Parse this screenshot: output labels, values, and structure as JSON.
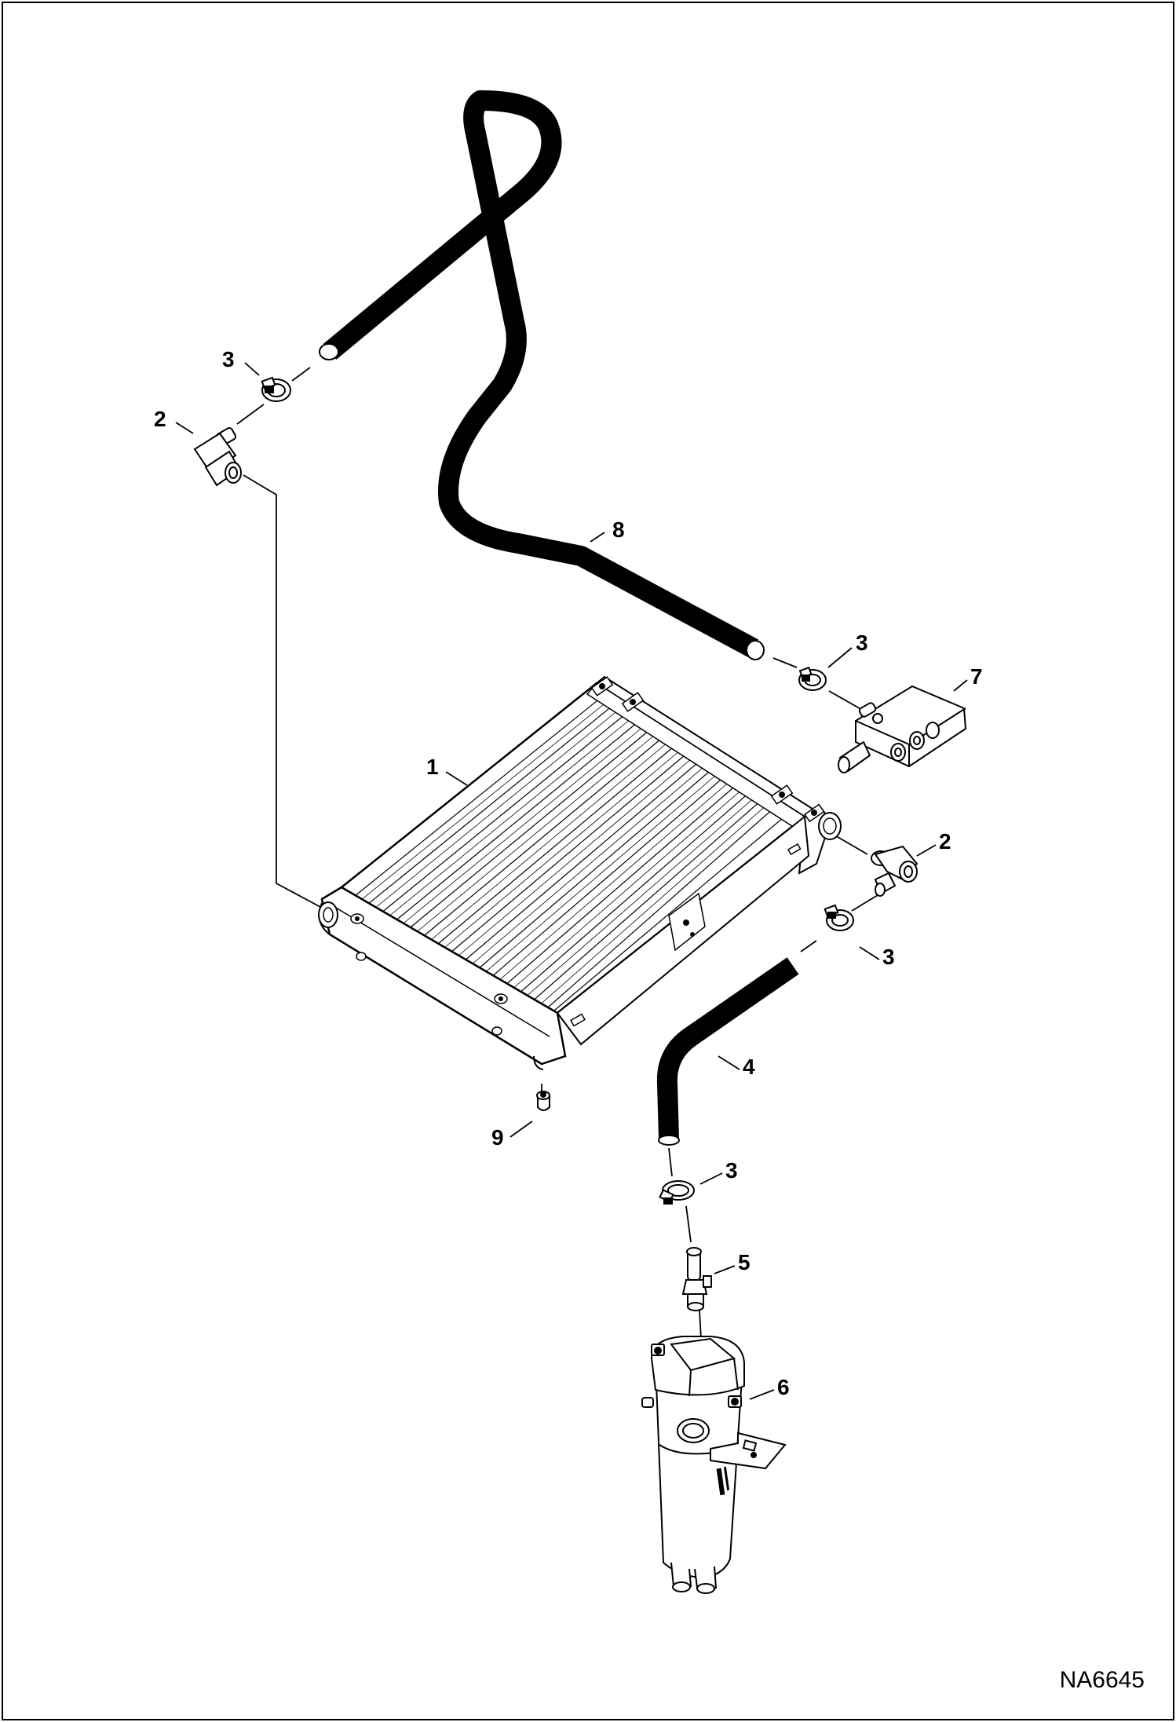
{
  "figure_id": "NA6645",
  "callouts": {
    "radiator": "1",
    "elbow_fitting_upper": "2",
    "elbow_fitting_lower": "2",
    "hose_clamp_upper_left": "3",
    "hose_clamp_mid_right": "3",
    "hose_clamp_radiator_outlet": "3",
    "hose_clamp_lower": "3",
    "lower_hose": "4",
    "tank_fitting": "5",
    "expansion_tank": "6",
    "manifold_block": "7",
    "upper_hose": "8",
    "rubber_mount": "9"
  },
  "colors": {
    "line": "#000000",
    "paper": "#ffffff",
    "metal": "#e8e8e8",
    "shade": "#bdbdbd"
  }
}
